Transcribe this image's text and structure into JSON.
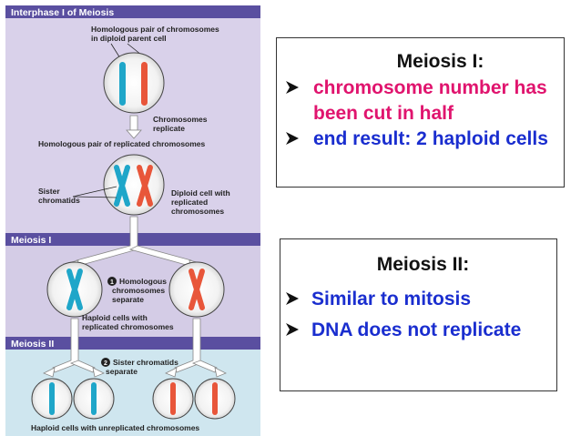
{
  "diagram": {
    "bands": {
      "interphase": "Interphase I of Meiosis",
      "meiosis1": "Meiosis I",
      "meiosis2": "Meiosis II"
    },
    "labels": {
      "homologous_pair_l1": "Homologous pair of chromosomes",
      "homologous_pair_l2": "in diploid parent cell",
      "chromosomes_replicate_l1": "Chromosomes",
      "chromosomes_replicate_l2": "replicate",
      "homologous_replicated": "Homologous pair of replicated chromosomes",
      "sister_chromatids_l1": "Sister",
      "sister_chromatids_l2": "chromatids",
      "diploid_cell_l1": "Diploid cell with",
      "diploid_cell_l2": "replicated",
      "diploid_cell_l3": "chromosomes",
      "step1_num": "1",
      "step1_l1": "Homologous",
      "step1_l2": "chromosomes",
      "step1_l3": "separate",
      "haploid_replicated_l1": "Haploid cells with",
      "haploid_replicated_l2": "replicated chromosomes",
      "step2_num": "2",
      "step2_l1": "Sister chromatids",
      "step2_l2": "separate",
      "haploid_unreplicated": "Haploid cells with unreplicated chromosomes"
    },
    "colors": {
      "band_header": "#5a4fa0",
      "interphase_bg": "#d9d1ea",
      "meiosis1_bg": "#d4cce6",
      "meiosis2_bg": "#cfe6ef",
      "chromosome_blue": "#1fa6c9",
      "chromosome_red": "#e8563a"
    }
  },
  "meiosis1": {
    "title": "Meiosis I:",
    "bullets": [
      "chromosome number has been cut in half",
      "end result: 2 haploid cells"
    ]
  },
  "meiosis2": {
    "title": "Meiosis II:",
    "bullets": [
      "Similar to mitosis",
      "DNA does not replicate"
    ]
  }
}
